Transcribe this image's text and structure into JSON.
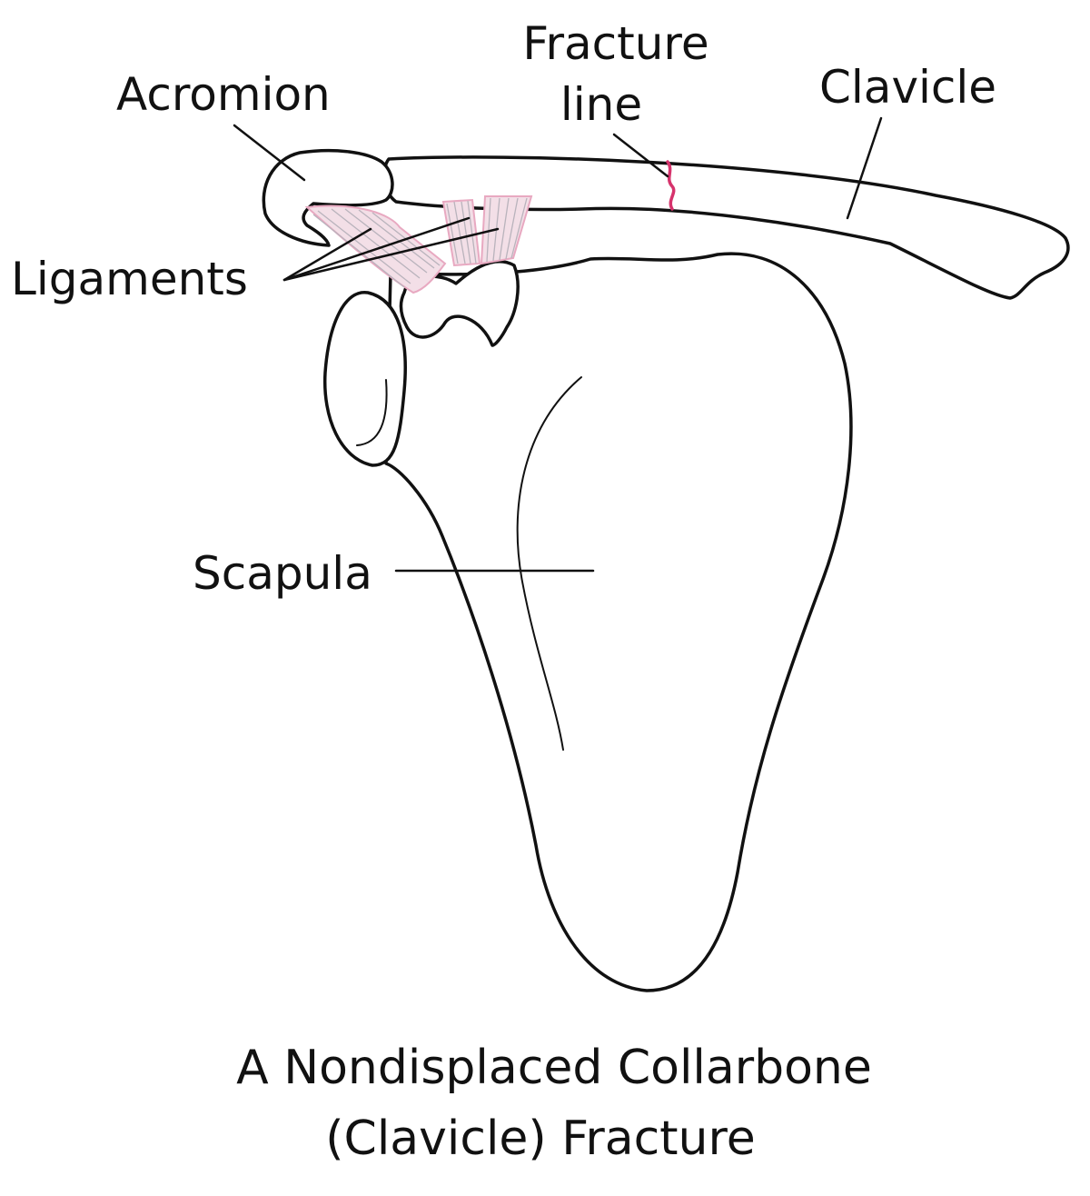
{
  "labels": {
    "acromion": "Acromion",
    "fracture_line_1": "Fracture",
    "fracture_line_2": "line",
    "clavicle": "Clavicle",
    "ligaments": "Ligaments",
    "scapula": "Scapula"
  },
  "caption": {
    "line1": "A Nondisplaced Collarbone",
    "line2": "(Clavicle) Fracture"
  },
  "colors": {
    "outline": "#111111",
    "fracture": "#d6336c",
    "ligament_fill": "#f3dfe7",
    "ligament_edge": "#e8a9c1"
  }
}
